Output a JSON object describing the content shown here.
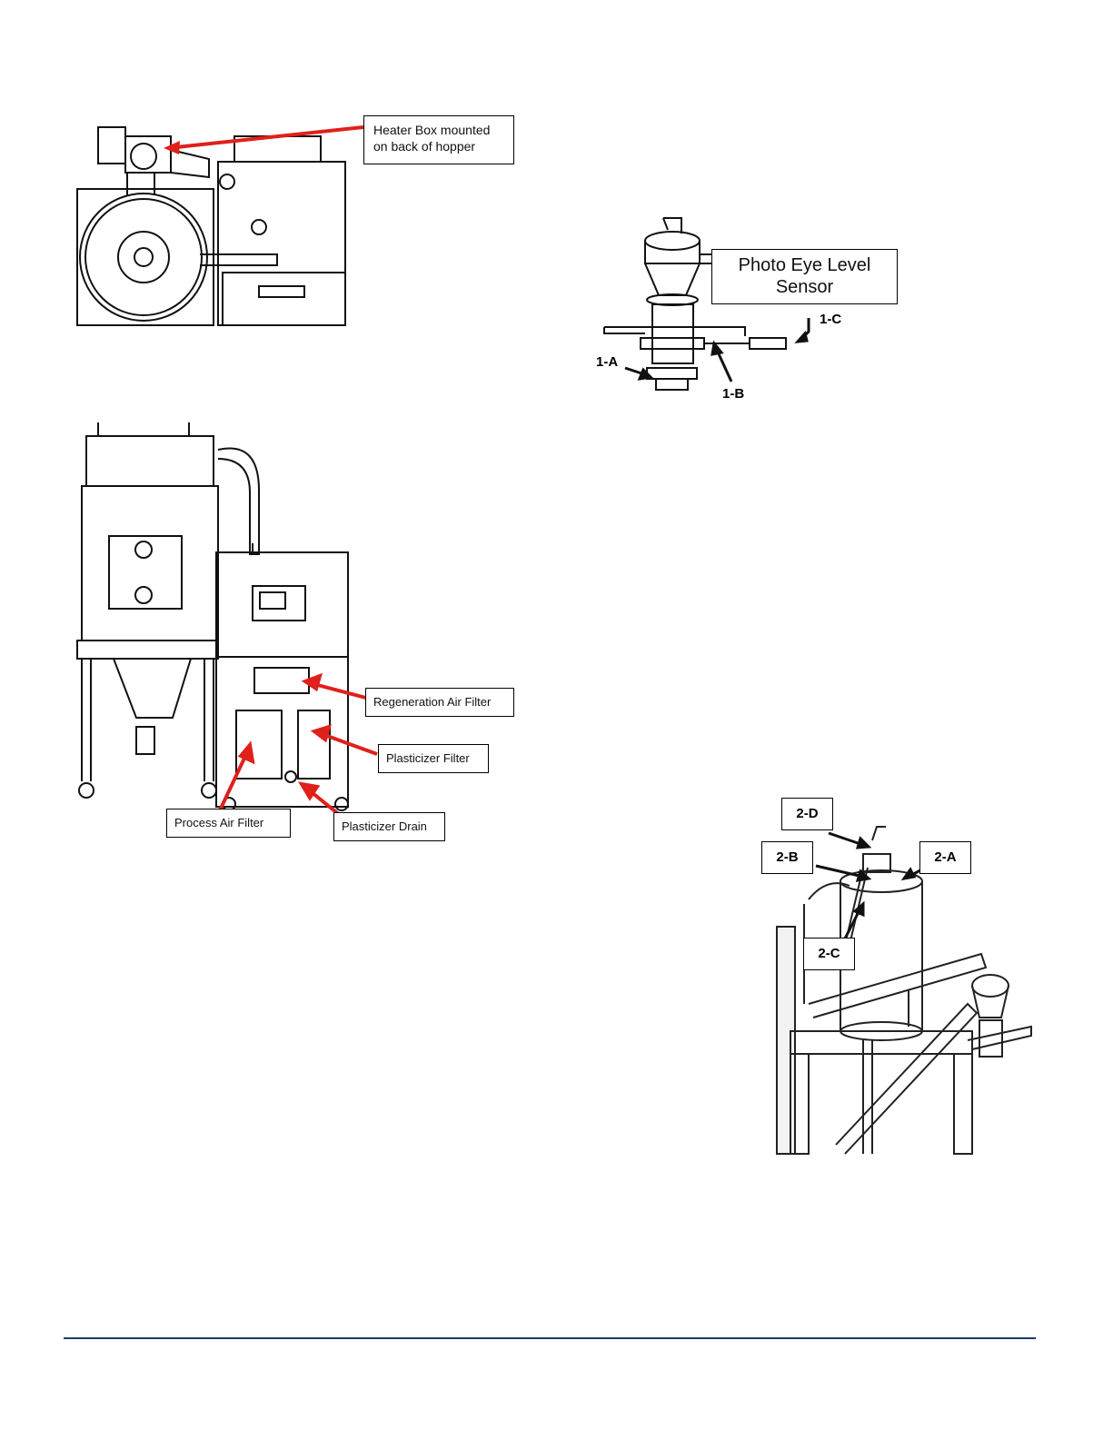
{
  "figure1": {
    "callout": "Heater Box mounted on back of hopper"
  },
  "figure2": {
    "callouts": {
      "regeneration": "Regeneration Air Filter",
      "plasticizer_filter": "Plasticizer Filter",
      "process_air": "Process Air Filter",
      "plasticizer_drain": "Plasticizer Drain"
    }
  },
  "figure3": {
    "callout": "Photo Eye Level Sensor",
    "tags": {
      "a": "1-A",
      "b": "1-B",
      "c": "1-C"
    }
  },
  "figure4": {
    "tags": {
      "a": "2-A",
      "b": "2-B",
      "c": "2-C",
      "d": "2-D"
    }
  },
  "colors": {
    "arrow_red": "#e0201b",
    "rule_blue": "#1f3a66"
  }
}
